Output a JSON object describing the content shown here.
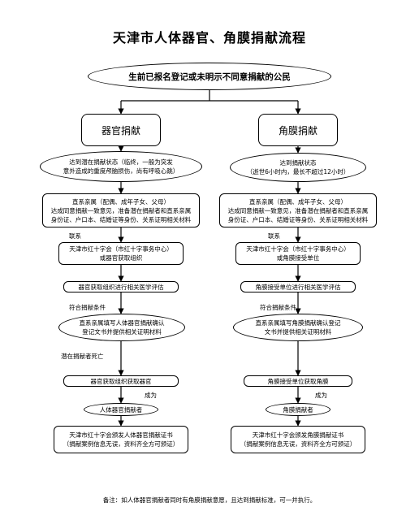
{
  "title": "天津市人体器官、角膜捐献流程",
  "start": "生前已报名登记或未明示不同意捐献的公民",
  "organ": {
    "heading": "器官捐献",
    "condition": "达到潜在捐献状态（临终，一般为突发\n意外造成的重度颅脑损伤，尚有呼吸心跳）",
    "family": "直系亲属（配偶、成年子女、父母）\n达成同意捐献一致意见，准备潜在捐献者和直系亲属\n身份证、户口本、结婚证等身份、关系证明相关材料",
    "contact_label": "联系",
    "red_cross": "天津市红十字会（市红十字事务中心）\n或器官获取组织",
    "eval": "器官获取组织进行相关医学评估",
    "meet_label": "符合捐献条件",
    "confirm": "直系亲属填写人体器官捐献确认\n登记文书并提供相关证明材料",
    "death_label": "潜在捐献者死亡",
    "obtain": "器官获取组织获取器官",
    "become_label": "成为",
    "donor": "人体器官捐献者",
    "certificate": "天津市红十字会颁发人体器官捐献证书\n（捐献案例信息无误，资料齐全方可颁证）"
  },
  "cornea": {
    "heading": "角膜捐献",
    "condition": "达到捐献状态\n（逝世6小时内，最长不超过12小时）",
    "family": "直系亲属（配偶、成年子女、父母）\n达成同意捐献一致意见，准备潜在捐献者和直系亲属\n身份证、户口本、结婚证等身份、关系证明相关材料",
    "contact_label": "联系",
    "red_cross": "天津市红十字会（市红十字事务中心）\n或角膜接受单位",
    "eval": "角膜接受单位进行相关医学评估",
    "meet_label": "符合捐献条件",
    "confirm": "直系亲属填写角膜捐献确认登记\n文书并提供相关证明材料",
    "obtain": "角膜接受单位获取角膜",
    "become_label": "成为",
    "donor": "角膜捐献者",
    "certificate": "天津市红十字会颁发角膜捐献证书\n（捐献案例信息无误，资料齐全方可颁证）"
  },
  "note": "备注：如人体器官捐献者同时有角膜捐献意愿，且达到捐献标准，可一并执行。"
}
